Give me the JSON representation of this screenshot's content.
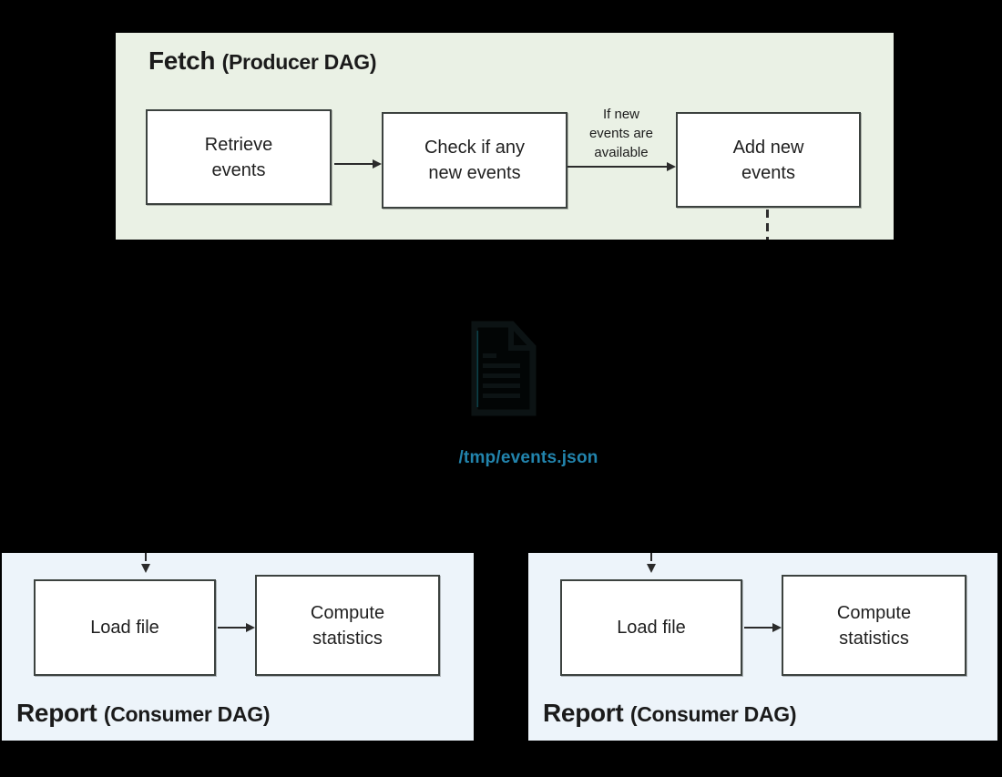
{
  "colors": {
    "background": "#000000",
    "producer_panel_bg": "#eaf1e5",
    "consumer_panel_bg": "#edf4fa",
    "node_bg": "#ffffff",
    "node_border": "#3c423f",
    "text": "#1f1f1f",
    "arrow": "#2b2b2b",
    "file_path_text": "#2284ad",
    "file_icon": "#0c1314"
  },
  "producer": {
    "title": "Fetch",
    "title_suffix": "(Producer DAG)",
    "nodes": [
      {
        "lines": [
          "Retrieve",
          "events"
        ]
      },
      {
        "lines": [
          "Check if any",
          "new events"
        ]
      },
      {
        "lines": [
          "Add new",
          "events"
        ]
      }
    ],
    "edge_label_lines": [
      "If new",
      "events are",
      "available"
    ]
  },
  "dataset_file": {
    "icon": "document-icon",
    "path": "/tmp/events.json"
  },
  "consumers": [
    {
      "title": "Report",
      "title_suffix": "(Consumer DAG)",
      "nodes": [
        {
          "lines": [
            "Load file"
          ]
        },
        {
          "lines": [
            "Compute",
            "statistics"
          ]
        }
      ]
    },
    {
      "title": "Report",
      "title_suffix": "(Consumer DAG)",
      "nodes": [
        {
          "lines": [
            "Load file"
          ]
        },
        {
          "lines": [
            "Compute",
            "statistics"
          ]
        }
      ]
    }
  ]
}
